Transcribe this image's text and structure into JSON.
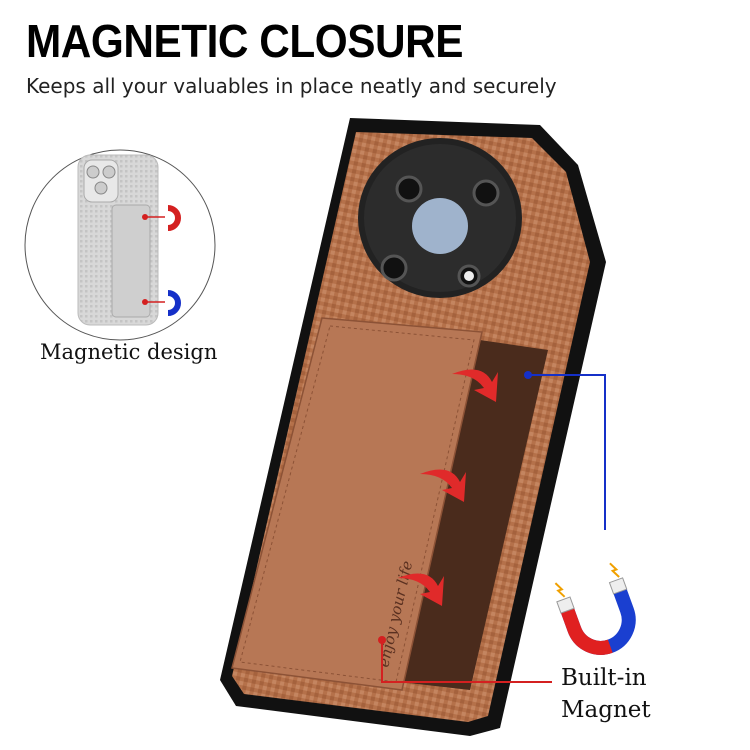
{
  "header": {
    "title": "MAGNETIC CLOSURE",
    "subtitle": "Keeps all your valuables in place neatly and securely"
  },
  "callouts": {
    "magnetic_design": "Magnetic design",
    "built_in_line1": "Built-in",
    "built_in_line2": "Magnet"
  },
  "card_text": "enjoy your life",
  "colors": {
    "case_brown": "#b5714a",
    "frame_black": "#111111",
    "callout_blue": "#1530c8",
    "callout_red": "#d42020"
  }
}
